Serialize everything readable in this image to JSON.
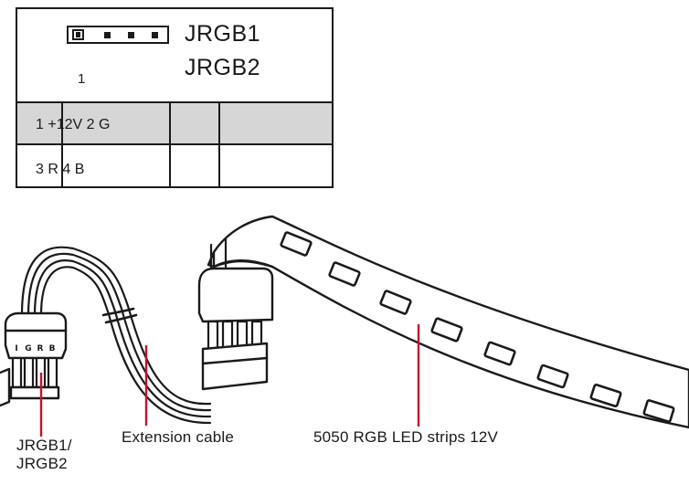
{
  "pin_table": {
    "header_names": [
      "JRGB1",
      "JRGB2"
    ],
    "pin_one_label": "1",
    "rows": [
      "1 +12V 2 G",
      "3 R 4 B"
    ]
  },
  "plug_letters": [
    "I",
    "G",
    "R",
    "B"
  ],
  "callouts": {
    "connector": [
      "JRGB1/",
      "JRGB2"
    ],
    "extension": "Extension cable",
    "strip": "5050 RGB LED strips 12V"
  },
  "colors": {
    "line": "#1a1a1a",
    "row_fill": "#d6d6d6",
    "pointer": "#c8102e"
  }
}
